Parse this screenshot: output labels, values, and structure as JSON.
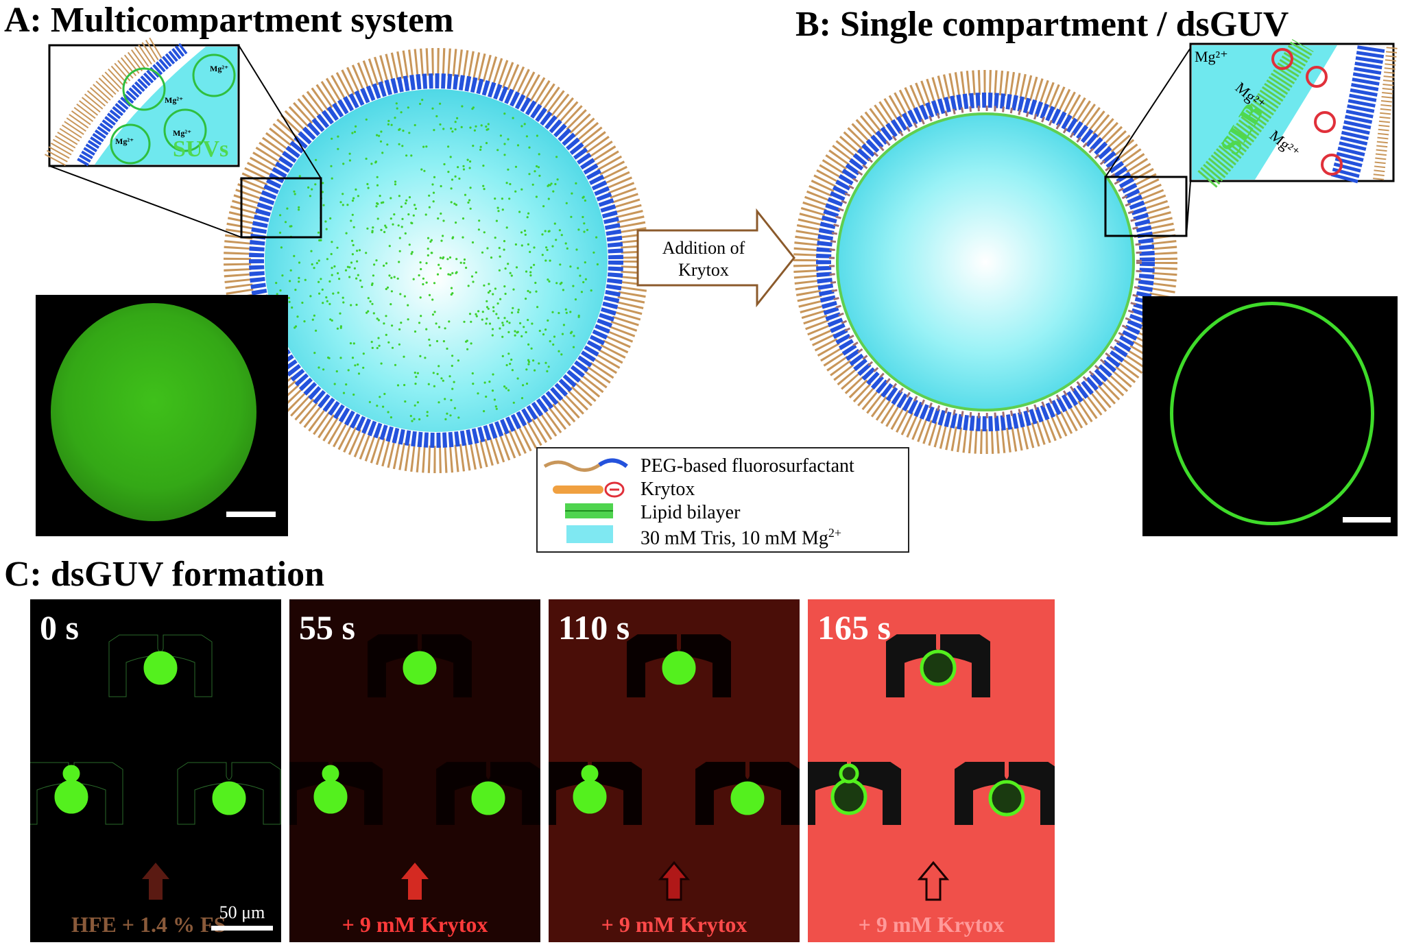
{
  "panels": {
    "a": {
      "title": "A: Multicompartment system",
      "inset_labels": {
        "suvs": "SUVs",
        "mg": "Mg²⁺"
      }
    },
    "b": {
      "title": "B: Single compartment / dsGUV",
      "inset_labels": {
        "slb": "SLB",
        "mg": "Mg²⁺"
      }
    },
    "c": {
      "title": "C: dsGUV formation"
    }
  },
  "arrow": {
    "line1": "Addition of",
    "line2": "Krytox"
  },
  "legend": [
    {
      "label": "PEG-based fluorosurfactant",
      "icon": "peg-surfactant-icon"
    },
    {
      "label": "Krytox",
      "icon": "krytox-icon"
    },
    {
      "label": "Lipid bilayer",
      "icon": "lipid-bilayer-icon"
    },
    {
      "label": "30 mM Tris, 10 mM Mg",
      "sup": "2+",
      "icon": "buffer-swatch-icon"
    }
  ],
  "frames": [
    {
      "time": "0 s",
      "caption": "HFE + 1.4 % FS",
      "bg": "#000000",
      "caption_color": "#8a5a3a",
      "arrow_color": "#5a1a12"
    },
    {
      "time": "55 s",
      "caption": "+ 9 mM Krytox",
      "bg": "#1e0402",
      "caption_color": "#ff3b3b",
      "arrow_color": "#d42a22"
    },
    {
      "time": "110 s",
      "caption": "+ 9 mM Krytox",
      "bg": "#4a0e08",
      "caption_color": "#ff4a4a",
      "arrow_color": "#b01818"
    },
    {
      "time": "165 s",
      "caption": "+ 9 mM Krytox",
      "bg": "#f0504a",
      "caption_color": "#ff9a9a",
      "arrow_color": "#f0504a"
    }
  ],
  "scalebar_label": "50 μm",
  "colors": {
    "lumen": "#5fe8ee",
    "peg_tail": "#c8965a",
    "peg_head": "#1f4fd8",
    "krytox": "#f0a040",
    "lipid_green": "#4fd44f",
    "fluor_green": "#54f01e"
  }
}
